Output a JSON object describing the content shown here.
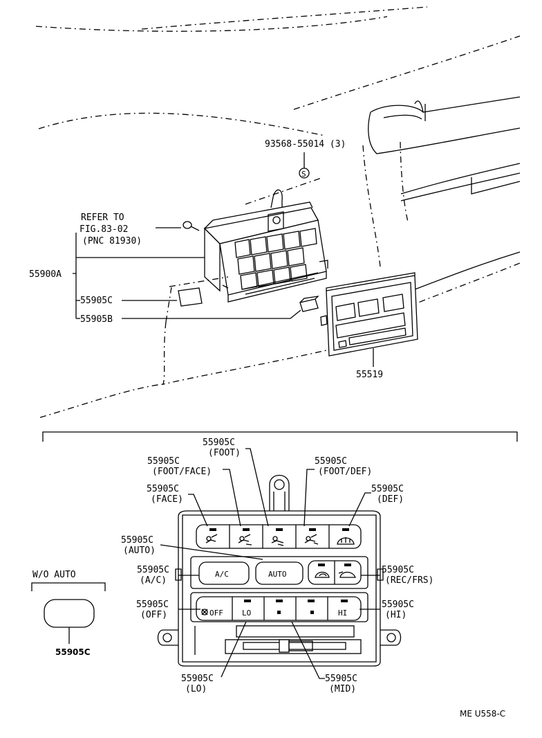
{
  "top_assembly": {
    "screw_part": "93568-55014 (3)",
    "screw_symbol": "S",
    "refer_line1": "REFER TO",
    "refer_line2": "FIG.83-02",
    "refer_line3": "(PNC 81930)",
    "assy_part": "55900A",
    "knob_c": "55905C",
    "knob_b": "55905B",
    "panel_part": "55519"
  },
  "detail_view": {
    "foot": {
      "part": "55905C",
      "desc": "(FOOT)"
    },
    "foot_face": {
      "part": "55905C",
      "desc": "(FOOT/FACE)"
    },
    "foot_def": {
      "part": "55905C",
      "desc": "(FOOT/DEF)"
    },
    "face": {
      "part": "55905C",
      "desc": "(FACE)"
    },
    "def": {
      "part": "55905C",
      "desc": "(DEF)"
    },
    "auto": {
      "part": "55905C",
      "desc": "(AUTO)"
    },
    "ac": {
      "part": "55905C",
      "desc": "(A/C)"
    },
    "rec_frs": {
      "part": "55905C",
      "desc": "(REC/FRS)"
    },
    "off": {
      "part": "55905C",
      "desc": "(OFF)"
    },
    "hi": {
      "part": "55905C",
      "desc": "(HI)"
    },
    "lo": {
      "part": "55905C",
      "desc": "(LO)"
    },
    "mid": {
      "part": "55905C",
      "desc": "(MID)"
    },
    "buttons": {
      "ac": "A/C",
      "auto": "AUTO",
      "off": "OFF",
      "lo": "LO",
      "hi": "HI"
    }
  },
  "wo_auto": {
    "title": "W/O AUTO",
    "part": "55905C"
  },
  "ref_code": "ME U558-C"
}
